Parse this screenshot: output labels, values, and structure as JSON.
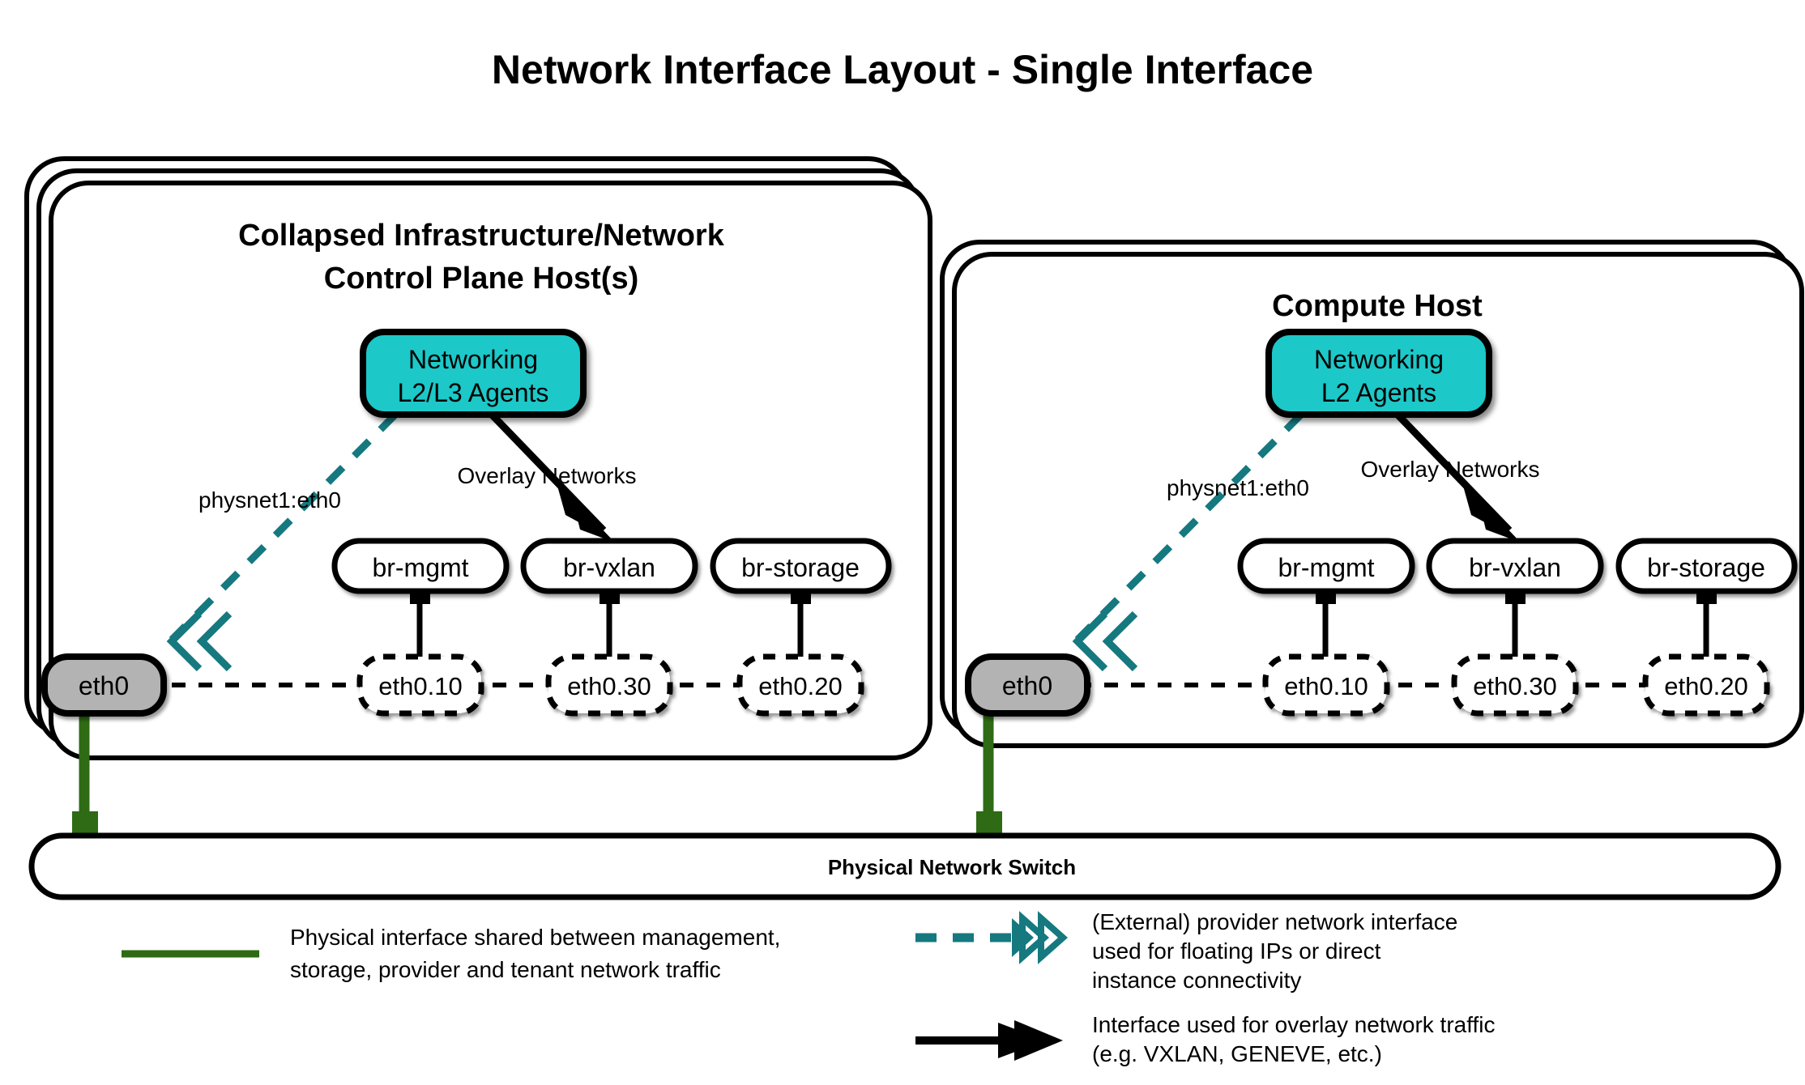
{
  "page": {
    "title": "Network Interface Layout - Single Interface",
    "background": "#ffffff"
  },
  "colors": {
    "teal_accent": "#15797F",
    "cyan_fill": "#1DC8C8",
    "green_link": "#2E6B14",
    "gray_fill": "#B3B3B3",
    "stroke": "#000000",
    "white": "#ffffff"
  },
  "hosts": [
    {
      "id": "control-plane-host",
      "title_line1": "Collapsed Infrastructure/Network",
      "title_line2": "Control Plane Host(s)",
      "stack_layers": 3,
      "agent_box": {
        "line1": "Networking",
        "line2": "L2/L3 Agents"
      },
      "physnet_label": "physnet1:eth0",
      "overlay_label": "Overlay Networks",
      "physical_nic": "eth0",
      "bridges": [
        "br-mgmt",
        "br-vxlan",
        "br-storage"
      ],
      "vlan_interfaces": [
        "eth0.10",
        "eth0.30",
        "eth0.20"
      ]
    },
    {
      "id": "compute-host",
      "title_line1": "Compute Host",
      "title_line2": "",
      "stack_layers": 2,
      "agent_box": {
        "line1": "Networking",
        "line2": "L2 Agents"
      },
      "physnet_label": "physnet1:eth0",
      "overlay_label": "Overlay Networks",
      "physical_nic": "eth0",
      "bridges": [
        "br-mgmt",
        "br-vxlan",
        "br-storage"
      ],
      "vlan_interfaces": [
        "eth0.10",
        "eth0.30",
        "eth0.20"
      ]
    }
  ],
  "switch": {
    "label": "Physical Network Switch"
  },
  "legend": {
    "items": [
      {
        "id": "physical-interface",
        "style": "solid-green-line",
        "lines": [
          "Physical interface shared between management,",
          "storage, provider and tenant network traffic"
        ]
      },
      {
        "id": "provider-network",
        "style": "dashed-teal-double-chevron",
        "lines": [
          "(External) provider network interface",
          "used for floating IPs or direct",
          "instance connectivity"
        ]
      },
      {
        "id": "overlay-traffic",
        "style": "solid-black-arrow",
        "lines": [
          "Interface used for overlay network traffic",
          "(e.g. VXLAN, GENEVE, etc.)"
        ]
      }
    ]
  }
}
